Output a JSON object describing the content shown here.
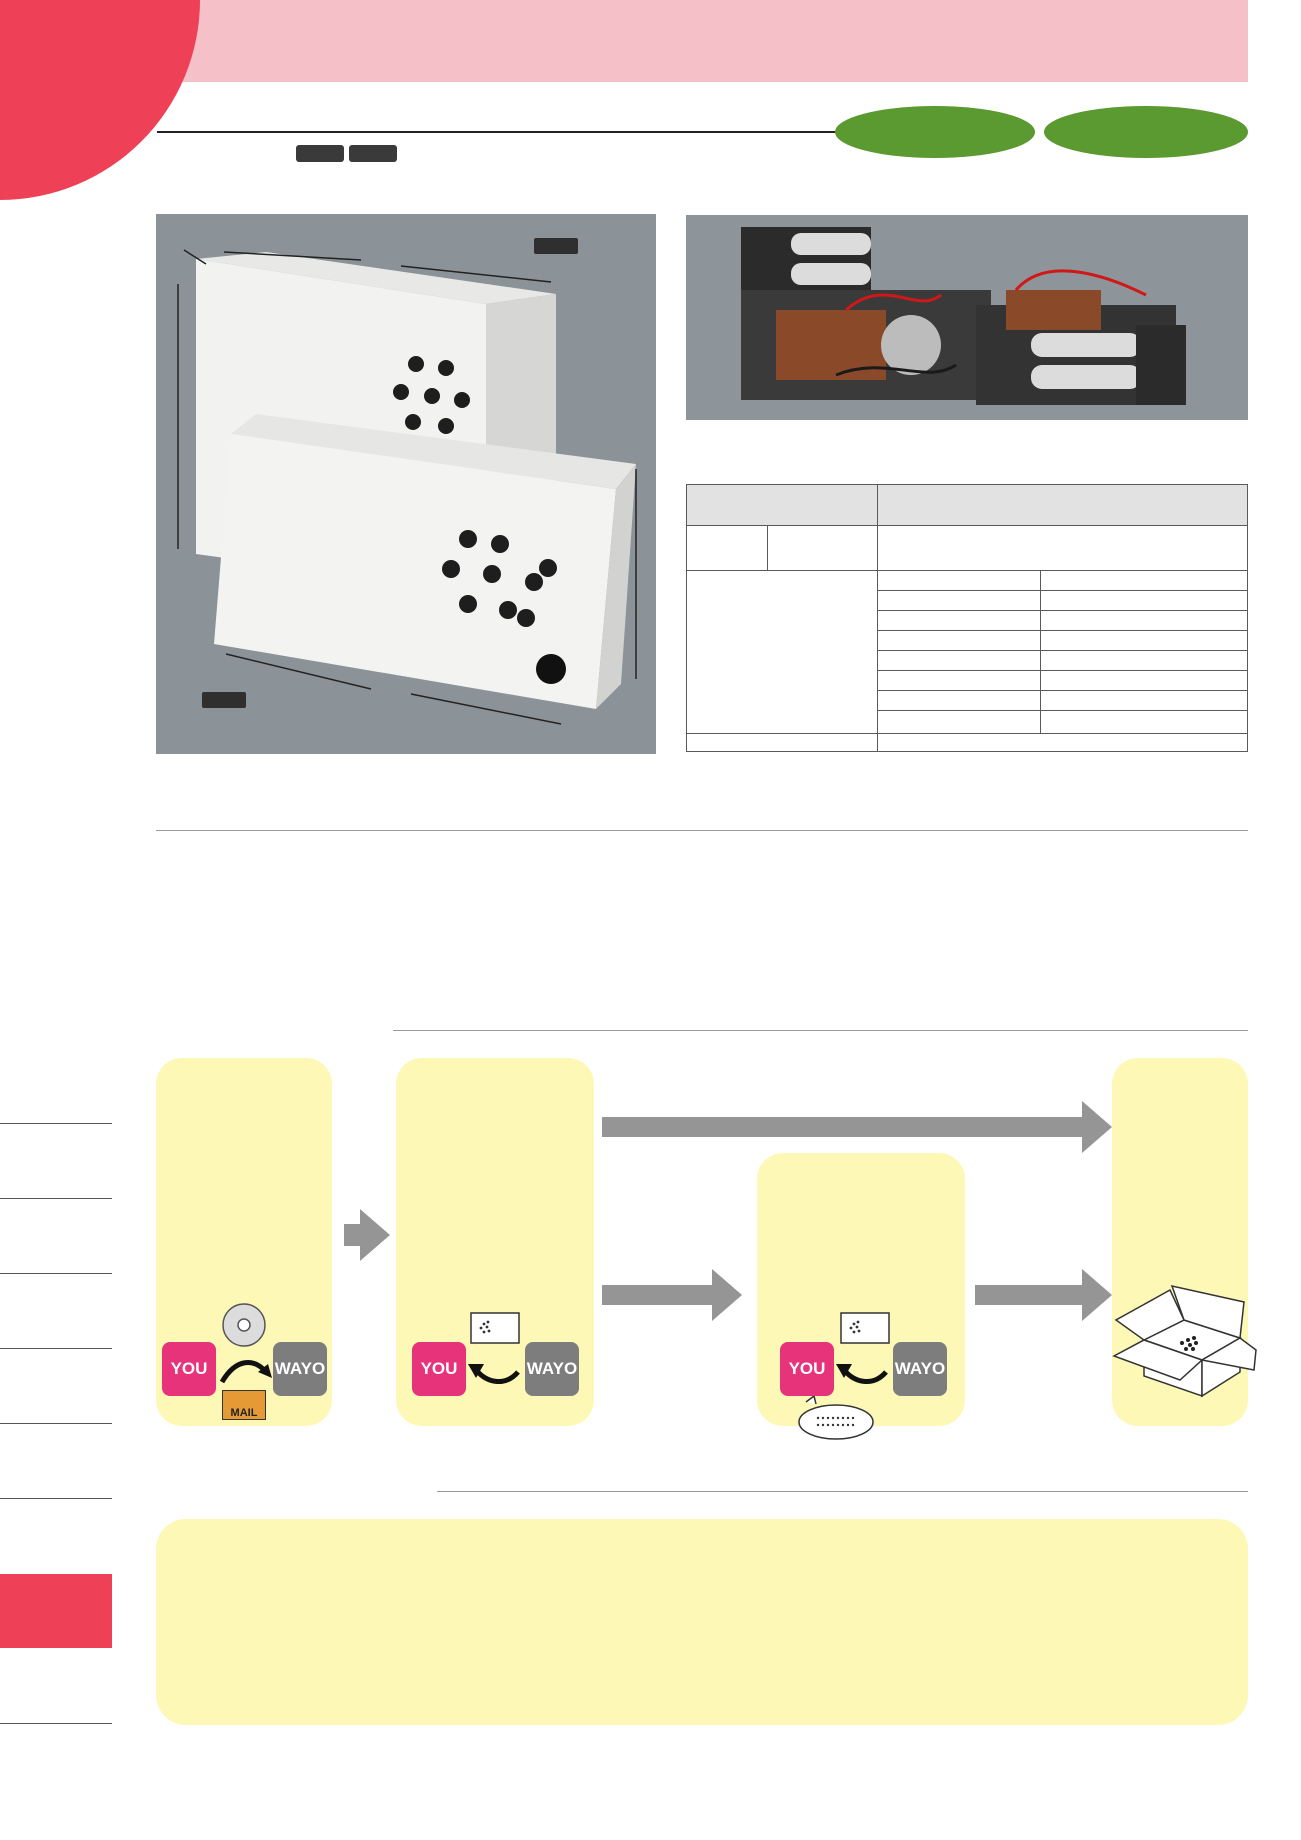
{
  "header": {
    "title": ""
  },
  "flow": {
    "you_label": "YOU",
    "wayo_label": "WAYO",
    "mail_label": "MAIL"
  },
  "colors": {
    "header_pink": "#f6c0c8",
    "accent_red": "#ee4057",
    "pill_green": "#5a9a30",
    "flow_box": "#fdf8b6",
    "you_badge": "#e6337a",
    "wayo_badge": "#7d7d7d",
    "arrow_gray": "#959595"
  },
  "icons": [
    "cd-disc-icon",
    "mail-envelope-icon",
    "curved-arrow-icon",
    "speaker-card-icon",
    "speech-bubble-icon",
    "open-box-icon",
    "straight-arrow-icon"
  ]
}
